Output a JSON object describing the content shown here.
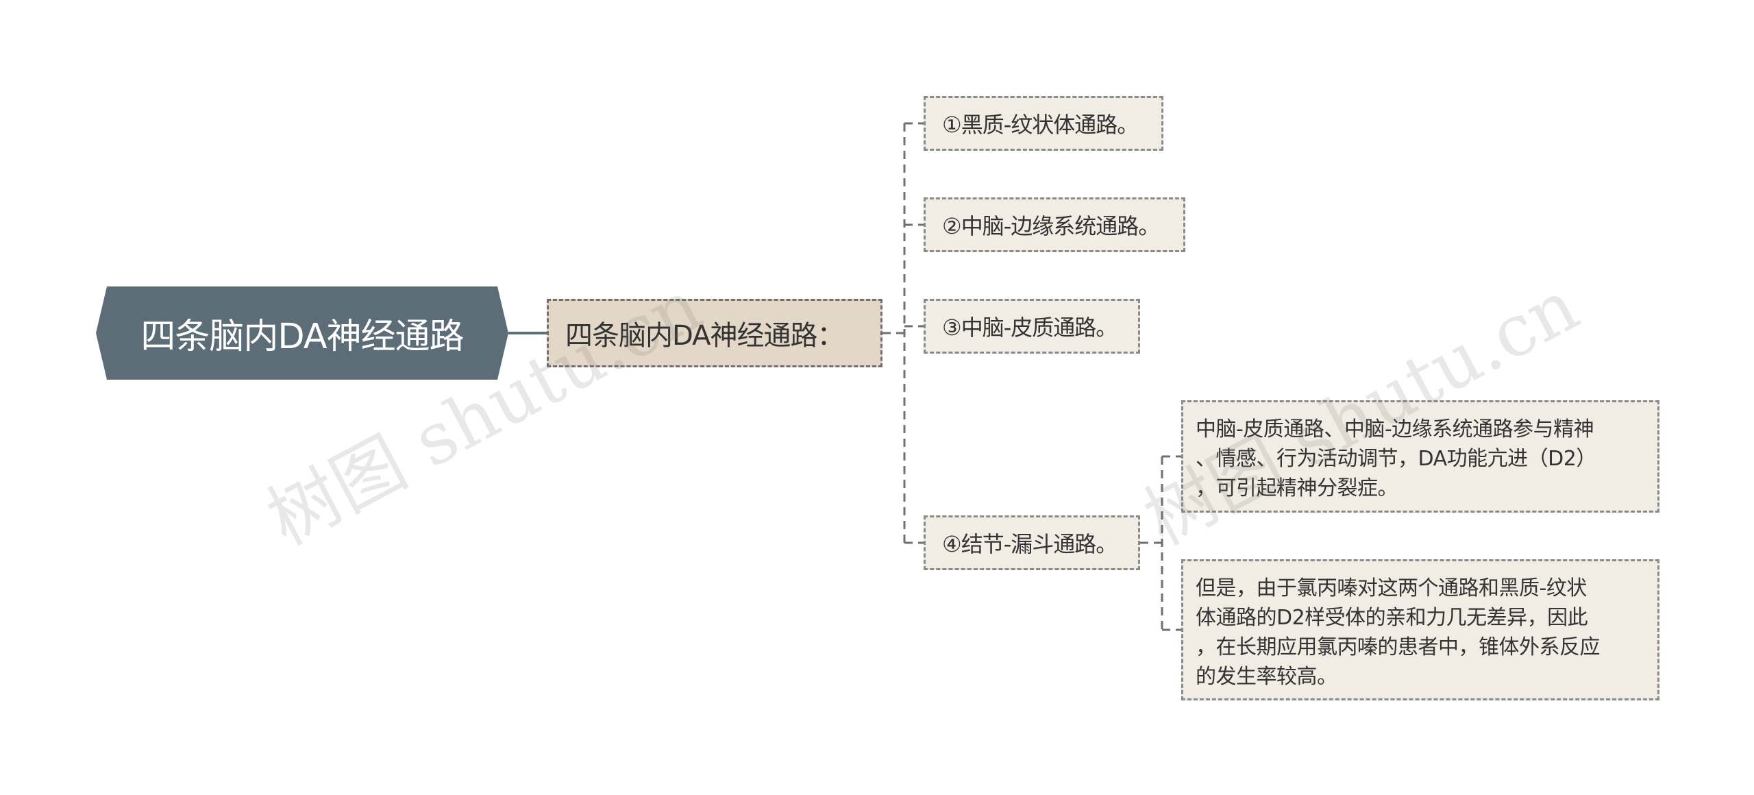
{
  "root": {
    "label": "四条脑内DA神经通路"
  },
  "branch": {
    "label": "四条脑内DA神经通路："
  },
  "pathways": [
    {
      "label": "①黑质-纹状体通路。"
    },
    {
      "label": "②中脑-边缘系统通路。"
    },
    {
      "label": "③中脑-皮质通路。"
    },
    {
      "label": "④结节-漏斗通路。"
    }
  ],
  "notes": [
    {
      "lines": [
        "中脑-皮质通路、中脑-边缘系统通路参与精神",
        "、情感、行为活动调节，DA功能亢进（D2）",
        "，可引起精神分裂症。"
      ]
    },
    {
      "lines": [
        "但是，由于氯丙嗪对这两个通路和黑质-纹状",
        "体通路的D2样受体的亲和力几无差异，因此",
        "，在长期应用氯丙嗪的患者中，锥体外系反应",
        "的发生率较高。"
      ]
    }
  ],
  "watermarks": [
    "树图 shutu.cn",
    "树图 shutu.cn"
  ],
  "colors": {
    "root_fill": "#5d6d78",
    "branch_fill": "#e3d8c7",
    "leaf_fill": "#f1ede4",
    "connector": "#6f6f6f"
  }
}
